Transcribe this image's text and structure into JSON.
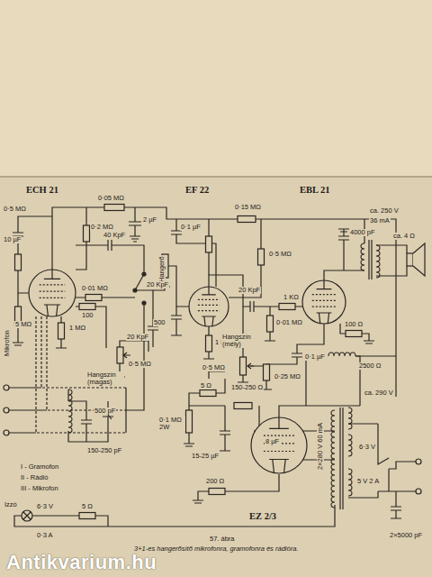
{
  "diagram": {
    "caption": "3+1-es hangerősítő mikrofonra, gramofonra és rádióra.",
    "nodes": [
      {
        "text": [
          "ECH 21"
        ]
      },
      {
        "text": [
          "EF 22"
        ]
      },
      {
        "text": [
          "EBL 21"
        ]
      },
      {
        "text": [
          "EZ 2/3"
        ]
      }
    ],
    "labels": [
      "0·5 MΩ",
      "10 µF",
      "Mikrofon",
      "5 MΩ",
      "0·2 MΩ",
      "0·05 MΩ",
      "2 µF",
      "40 KpF",
      "0·01 MΩ",
      "100",
      "1 MΩ",
      "Hangerő",
      "0·1 µF",
      "0·5 MΩ",
      "0·15 MΩ",
      "20 KpF",
      "500",
      "20 KpF",
      "0·5 MΩ",
      "Hangszín (magas)",
      "1 MΩ",
      "20 KpF",
      "1 KΩ",
      "0·01 MΩ",
      "Hangszín (mély)",
      "0·1 µF",
      "0·25 MΩ",
      "4000 pF",
      "ca. 250 V",
      "36 mA",
      "ca. 4 Ω",
      "100 Ω",
      "2500 Ω",
      "ca. 290 V",
      "0·5 MΩ",
      "5 Ω",
      "150-250 Ω",
      "0·1 MΩ 2W",
      "15-25 µF",
      "8 µF",
      "200 Ω",
      "2×280 V 60 mA",
      "6·3 V",
      "5 V 2 A",
      "2×5000 pF",
      "500 pF",
      "150-250 pF",
      "I - Gramofon",
      "II - Rádió",
      "III - Mikrofon",
      "Izzó",
      "6·3 V",
      "0·3 A",
      "5 Ω",
      "57. ábra",
      "Antikvarium.hu"
    ]
  }
}
